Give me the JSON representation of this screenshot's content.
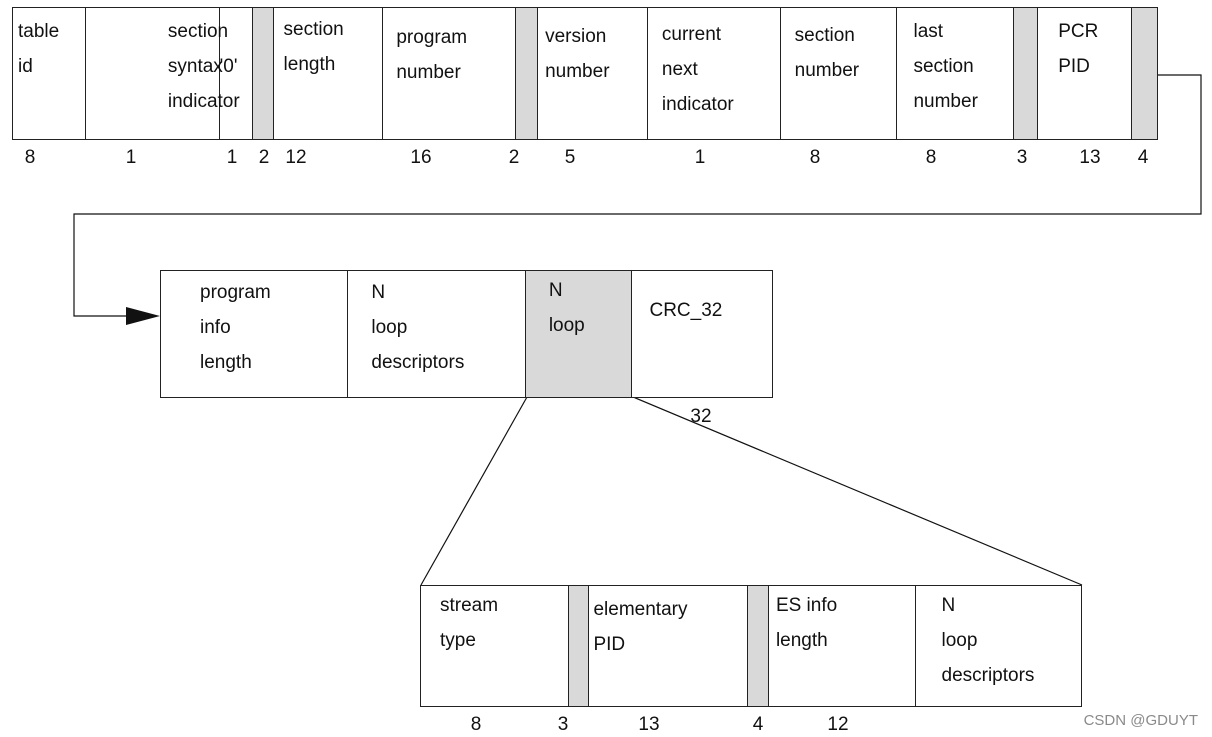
{
  "pat_row": {
    "fields": [
      {
        "id": "table-id",
        "lines": [
          "table",
          "id"
        ],
        "bits": "8",
        "reserved": false
      },
      {
        "id": "section-syntax-indicator",
        "lines": [
          "section",
          "syntax",
          "indicator"
        ],
        "bits": "1",
        "reserved": false
      },
      {
        "id": "zero-bit",
        "lines": [
          "'0'"
        ],
        "bits": "1",
        "reserved": false
      },
      {
        "id": "reserved-1",
        "lines": [],
        "bits": "2",
        "reserved": true
      },
      {
        "id": "section-length",
        "lines": [
          "section",
          "length"
        ],
        "bits": "12",
        "reserved": false
      },
      {
        "id": "program-number",
        "lines": [
          "program",
          "number"
        ],
        "bits": "16",
        "reserved": false
      },
      {
        "id": "reserved-2",
        "lines": [],
        "bits": "2",
        "reserved": true
      },
      {
        "id": "version-number",
        "lines": [
          "version",
          "number"
        ],
        "bits": "5",
        "reserved": false
      },
      {
        "id": "current-next-indicator",
        "lines": [
          "current",
          "next",
          "indicator"
        ],
        "bits": "1",
        "reserved": false
      },
      {
        "id": "section-number",
        "lines": [
          "section",
          "number"
        ],
        "bits": "8",
        "reserved": false
      },
      {
        "id": "last-section-number",
        "lines": [
          "last",
          "section",
          "number"
        ],
        "bits": "8",
        "reserved": false
      },
      {
        "id": "reserved-3",
        "lines": [],
        "bits": "3",
        "reserved": true
      },
      {
        "id": "pcr-pid",
        "lines": [
          "PCR",
          "PID"
        ],
        "bits": "13",
        "reserved": false
      },
      {
        "id": "reserved-4",
        "lines": [],
        "bits": "4",
        "reserved": true
      }
    ]
  },
  "loop_row": {
    "fields": [
      {
        "id": "program-info-length",
        "lines": [
          "program",
          "info",
          "length"
        ],
        "bits": "",
        "reserved": false
      },
      {
        "id": "n-loop-descriptors",
        "lines": [
          "N",
          "loop",
          "descriptors"
        ],
        "bits": "",
        "reserved": false
      },
      {
        "id": "n-loop",
        "lines": [
          "N",
          "loop"
        ],
        "bits": "",
        "reserved": true
      },
      {
        "id": "crc-32",
        "lines": [
          "CRC_32"
        ],
        "bits": "32",
        "reserved": false
      }
    ]
  },
  "es_row": {
    "fields": [
      {
        "id": "stream-type",
        "lines": [
          "stream",
          "type"
        ],
        "bits": "8",
        "reserved": false
      },
      {
        "id": "reserved-es-1",
        "lines": [],
        "bits": "3",
        "reserved": true
      },
      {
        "id": "elementary-pid",
        "lines": [
          "elementary",
          "PID"
        ],
        "bits": "13",
        "reserved": false
      },
      {
        "id": "reserved-es-2",
        "lines": [],
        "bits": "4",
        "reserved": true
      },
      {
        "id": "es-info-length",
        "lines": [
          "ES info",
          "length"
        ],
        "bits": "12",
        "reserved": false
      },
      {
        "id": "n-loop-descriptors-es",
        "lines": [
          "N",
          "loop",
          "descriptors"
        ],
        "bits": "",
        "reserved": false
      }
    ]
  },
  "watermark": "CSDN @GDUYT"
}
